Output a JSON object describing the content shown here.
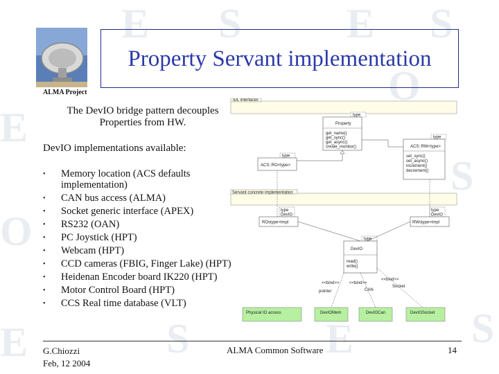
{
  "slide": {
    "title": "Property Servant implementation",
    "subtitle_tag": "ALMA Project",
    "intro": "The DevIO bridge pattern decouples Properties from HW.",
    "available_heading": "DevIO implementations available:",
    "bullet_glyph": "•",
    "items": [
      "Memory location (ACS defaults implementation)",
      "CAN bus access (ALMA)",
      "Socket generic interface (APEX)",
      "RS232 (OAN)",
      "PC Joystick (HPT)",
      "Webcam (HPT)",
      "CCD cameras (FBIG, Finger Lake) (HPT)",
      "Heidenan Encoder board IK220 (HPT)",
      "Motor Control Board (HPT)",
      "CCS Real time database (VLT)"
    ]
  },
  "footer": {
    "author": "G.Chiozzi",
    "date": "Feb, 12 2004",
    "center": "ALMA Common Software",
    "page": "14"
  },
  "diagram": {
    "pkg_idl": "IDL interfaces",
    "pkg_servant": "Servant concrete implementation",
    "pkg_physical": "Physical IO access",
    "property_type": "type",
    "property_name": "Property",
    "property_ops": [
      "get_name()",
      "get_sync()",
      "get_async()",
      "create_monitor()"
    ],
    "acs_ro_name": "ACS::RO<type>",
    "acs_ro_type": "type",
    "acs_rw_name": "ACS::RW<type>",
    "acs_rw_type": "type",
    "acs_rw_ops": [
      "set_sync()",
      "set_async()",
      "increment()",
      "decrement()"
    ],
    "ro_impl_params": [
      "type",
      "DevIO"
    ],
    "ro_impl_name": "ROstype>Impl",
    "rw_impl_params": [
      "type",
      "DevIO"
    ],
    "rw_impl_name": "RWstype>Impl",
    "devio_type": "type",
    "devio_name": "DevIO",
    "devio_ops": [
      "read()",
      "write()"
    ],
    "bind1": "<<bind>>",
    "bind1_sub": "pointer",
    "bind2": "<<bind>>",
    "bind2_sub": "CAN",
    "bind3": "<<bind>>",
    "bind3_sub": "Socket",
    "leaf1": "DevIOMem",
    "leaf2": "DevIOCan",
    "leaf3": "DevIOSocket"
  },
  "colors": {
    "title": "#2a3aa8",
    "frame": "#1d2a86",
    "package_fill": "#fffde8",
    "physical_fill": "#b6f0a0",
    "class_fill": "#ffffff",
    "watermark": "#e9edf2"
  }
}
